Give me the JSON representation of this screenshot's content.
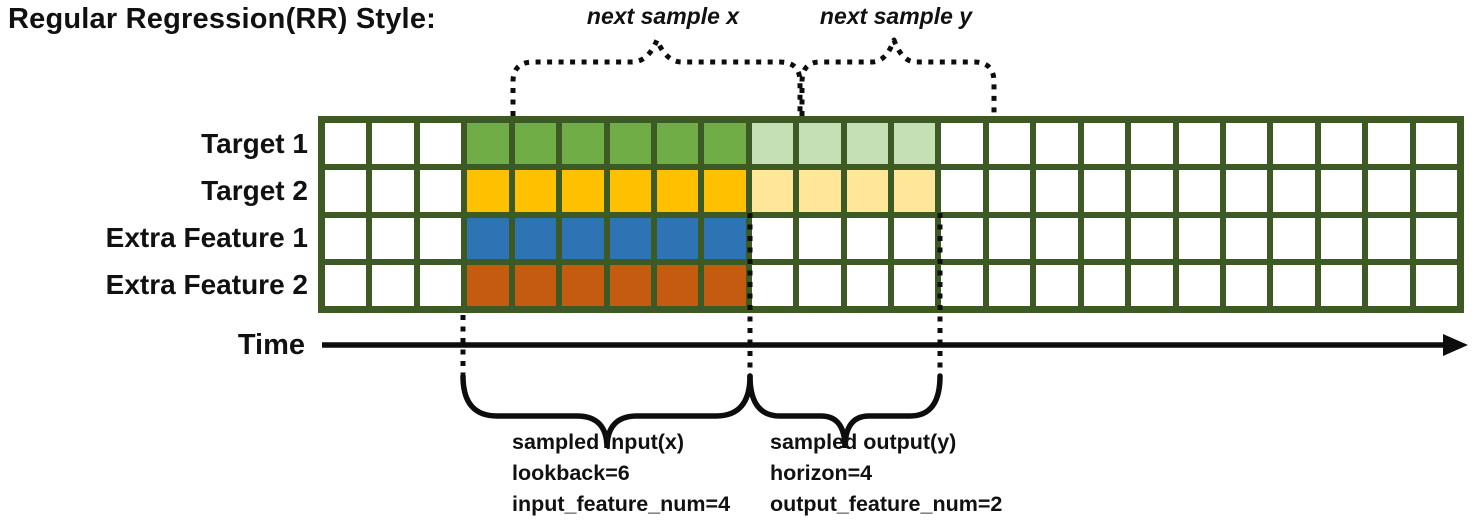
{
  "title": "Regular Regression(RR) Style:",
  "colors": {
    "grid_line": "#3D5A24",
    "empty_cell": "#ffffff",
    "ink": "#0d0d0d"
  },
  "grid": {
    "columns": 24,
    "input_start_col": 3,
    "input_length": 6,
    "output_length": 4,
    "rows": [
      {
        "label": "Target 1",
        "input_color": "#70AD47",
        "output_color": "#C5E0B4"
      },
      {
        "label": "Target 2",
        "input_color": "#FFC000",
        "output_color": "#FFE699"
      },
      {
        "label": "Extra Feature 1",
        "input_color": "#2E74B5",
        "output_color": null
      },
      {
        "label": "Extra Feature 2",
        "input_color": "#C55A11",
        "output_color": null
      }
    ]
  },
  "annotations": {
    "next_sample_x": "next sample x",
    "next_sample_y": "next sample y",
    "time_label": "Time",
    "input_block": [
      "sampled input(x)",
      "lookback=6",
      "input_feature_num=4"
    ],
    "output_block": [
      "sampled output(y)",
      "horizon=4",
      "output_feature_num=2"
    ]
  }
}
